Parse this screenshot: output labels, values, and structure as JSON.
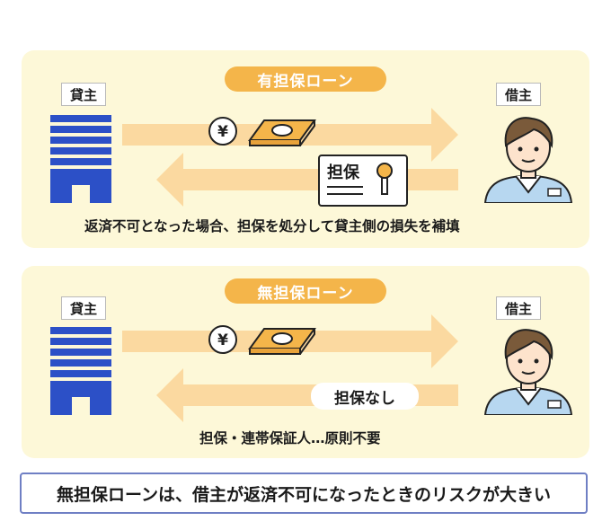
{
  "secured": {
    "title": "有担保ローン",
    "lender_label": "貸主",
    "borrower_label": "借主",
    "yen_symbol": "¥",
    "collateral_card_text": "担保",
    "caption": "返済不可となった場合、担保を処分して貸主側の損失を補填"
  },
  "unsecured": {
    "title": "無担保ローン",
    "lender_label": "貸主",
    "borrower_label": "借主",
    "yen_symbol": "¥",
    "no_collateral_text": "担保なし",
    "caption": "担保・連帯保証人…原則不要"
  },
  "summary": "無担保ローンは、借主が返済不可になったときのリスクが大きい",
  "colors": {
    "panel_bg": "#fdf8d8",
    "pill": "#f4b54a",
    "arrow": "#fbd9a0",
    "building": "#2c50c7",
    "border_blue": "#6f7fc4"
  }
}
